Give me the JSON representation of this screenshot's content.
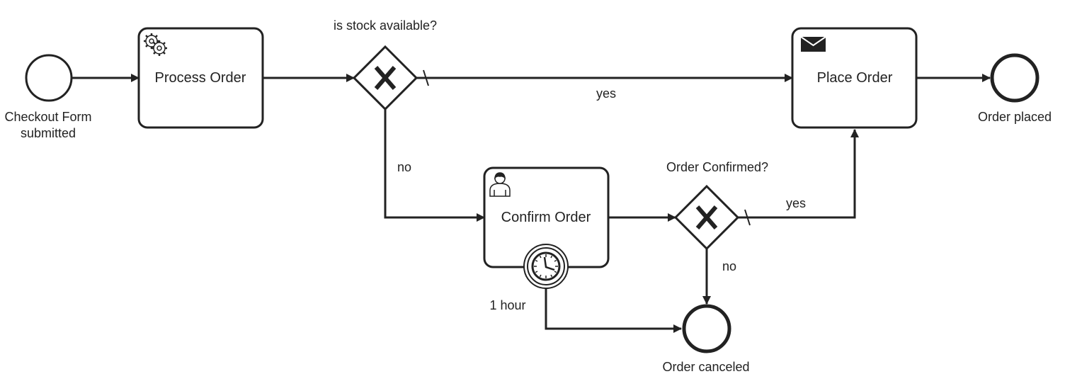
{
  "diagram": {
    "type": "BPMN process",
    "colors": {
      "stroke": "#222222",
      "background": "#ffffff"
    },
    "start_event": {
      "label_line1": "Checkout Form",
      "label_line2": "submitted"
    },
    "tasks": {
      "process_order": {
        "label": "Process Order",
        "marker": "service-task-gear-icon"
      },
      "place_order": {
        "label": "Place Order",
        "marker": "send-task-envelope-icon"
      },
      "confirm_order": {
        "label": "Confirm Order",
        "marker": "user-task-person-icon"
      }
    },
    "gateways": {
      "stock": {
        "question": "is stock available?",
        "type": "exclusive"
      },
      "confirmed": {
        "question": "Order Confirmed?",
        "type": "exclusive"
      }
    },
    "timer": {
      "label": "1 hour",
      "icon": "clock-icon"
    },
    "end_events": {
      "placed": {
        "label": "Order placed"
      },
      "canceled": {
        "label": "Order canceled"
      }
    },
    "flow_labels": {
      "stock_yes": "yes",
      "stock_no": "no",
      "confirmed_yes": "yes",
      "confirmed_no": "no"
    }
  }
}
